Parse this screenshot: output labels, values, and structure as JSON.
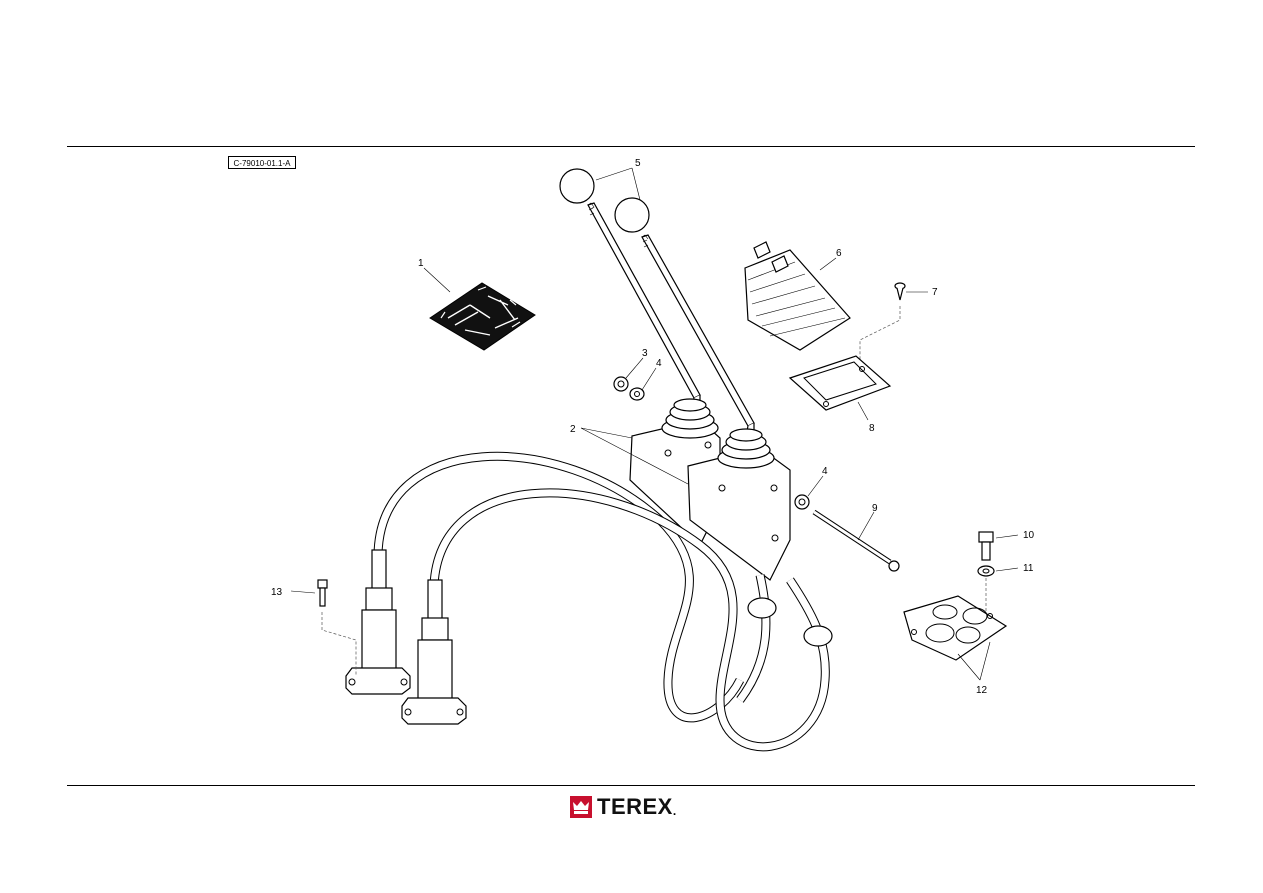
{
  "sheet": {
    "reference_code": "C-79010-01.1-A",
    "brand_name": "TEREX",
    "brand_color": "#c8102e"
  },
  "callouts": [
    {
      "id": "c1",
      "label": "1"
    },
    {
      "id": "c2",
      "label": "2"
    },
    {
      "id": "c3",
      "label": "3"
    },
    {
      "id": "c4a",
      "label": "4"
    },
    {
      "id": "c4b",
      "label": "4"
    },
    {
      "id": "c5",
      "label": "5"
    },
    {
      "id": "c6",
      "label": "6"
    },
    {
      "id": "c7",
      "label": "7"
    },
    {
      "id": "c8",
      "label": "8"
    },
    {
      "id": "c9",
      "label": "9"
    },
    {
      "id": "c10",
      "label": "10"
    },
    {
      "id": "c11",
      "label": "11"
    },
    {
      "id": "c12",
      "label": "12"
    },
    {
      "id": "c13",
      "label": "13"
    }
  ]
}
